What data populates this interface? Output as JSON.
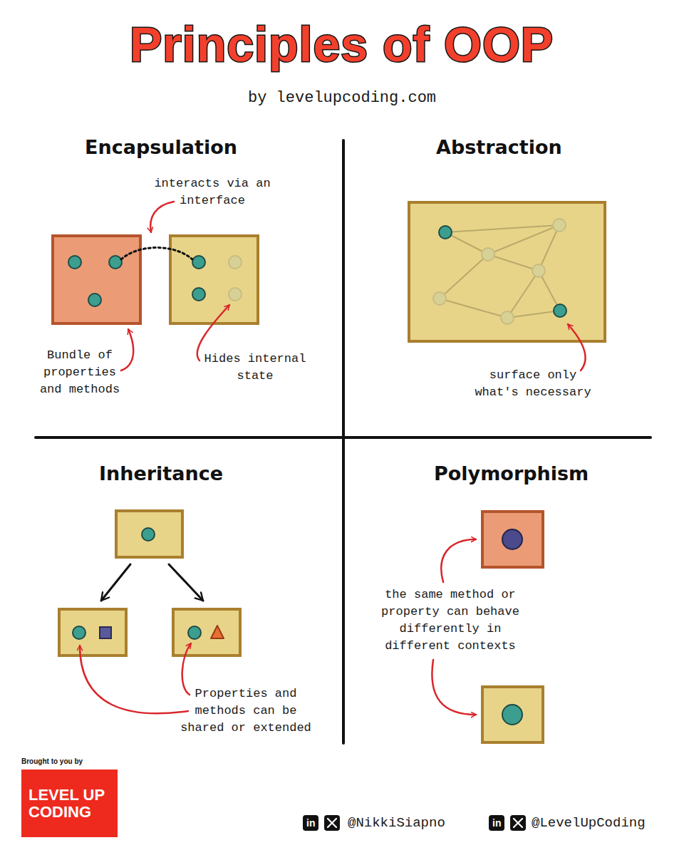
{
  "diagram": {
    "title": "Principles of OOP",
    "nodes": [
      {
        "text": [
          "Brought to you by",
          "LEVEL UP CODING"
        ]
      }
    ],
    "labels": [
      "by levelupcoding.com",
      "Encapsulation",
      "interacts via an interface",
      "Bundle of properties and methods",
      "Hides internal state",
      "Abstraction",
      "surface only what's necessary",
      "Inheritance",
      "Properties and methods can be shared or extended",
      "Polymorphism",
      "the same method or property can behave differently in different contexts",
      "in",
      "@NikkiSiapno",
      "in",
      "@LevelUpCoding"
    ]
  }
}
